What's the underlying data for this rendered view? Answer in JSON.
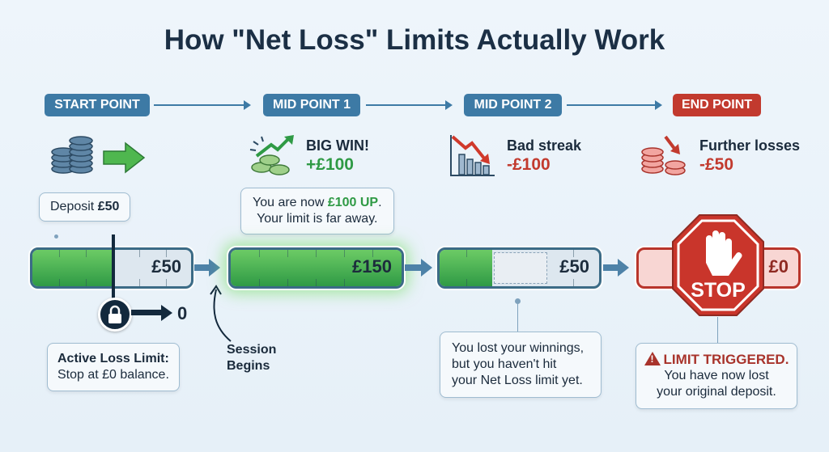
{
  "title": "How \"Net Loss\" Limits Actually Work",
  "colors": {
    "accent_blue": "#3d7aa5",
    "win_green": "#2f9a45",
    "loss_red": "#c23a2e"
  },
  "steps": [
    {
      "label": "START POINT",
      "icon": "coins-arrow-icon"
    },
    {
      "label": "MID POINT 1",
      "icon": "money-up-icon",
      "event": "BIG WIN!",
      "amount": "+£100"
    },
    {
      "label": "MID POINT 2",
      "icon": "chart-down-icon",
      "event": "Bad streak",
      "amount": "-£100"
    },
    {
      "label": "END POINT",
      "icon": "coins-down-icon",
      "event": "Further losses",
      "amount": "-£50"
    }
  ],
  "bars": [
    {
      "value": "£50",
      "fill_fraction": 0.5
    },
    {
      "value": "£150",
      "fill_fraction": 1.0
    },
    {
      "value": "£50",
      "fill_fraction": 0.33
    },
    {
      "value": "£0",
      "fill_fraction": 0
    }
  ],
  "callouts": {
    "deposit_prefix": "Deposit ",
    "deposit_amount": "£50",
    "mid1_line1_prefix": "You are now ",
    "mid1_highlight": "£100 UP",
    "mid1_line1_suffix": ".",
    "mid1_line2": "Your limit is far away.",
    "limit_title": "Active Loss Limit:",
    "limit_text": "Stop at £0 balance.",
    "lock_target": "0",
    "session_line1": "Session",
    "session_line2": "Begins",
    "mid2_text": [
      "You lost your winnings,",
      "but you haven't hit",
      "your Net Loss limit yet."
    ],
    "end_title": "LIMIT TRIGGERED.",
    "end_text": [
      "You have now lost",
      "your original deposit."
    ],
    "stop_label": "STOP"
  }
}
